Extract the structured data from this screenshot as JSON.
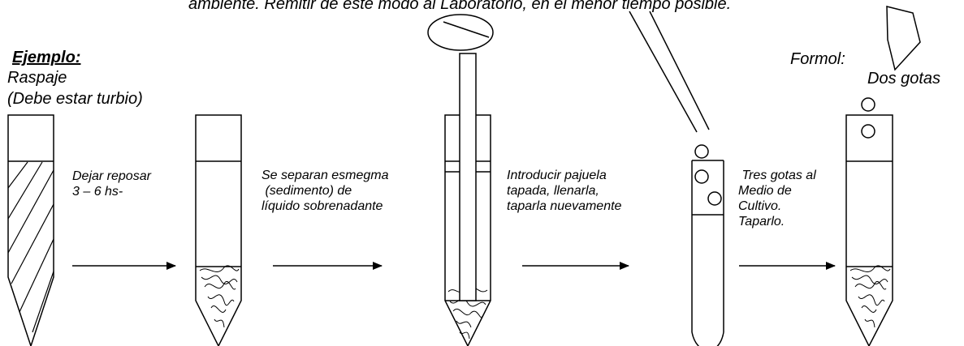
{
  "header": {
    "top_text": "ambiente. Remitir de este modo al Laboratorio, en el menor tiempo posible."
  },
  "example": {
    "label": "Ejemplo:",
    "sample": "Raspaje",
    "note": "(Debe estar turbio)"
  },
  "steps": [
    {
      "lines": [
        "Dejar reposar",
        "3 – 6 hs-"
      ]
    },
    {
      "lines": [
        "Se separan esmegma",
        " (sedimento) de",
        "líquido sobrenadante"
      ]
    },
    {
      "lines": [
        "Introducir pajuela",
        "tapada, llenarla,",
        "taparla nuevamente"
      ]
    },
    {
      "lines": [
        " Tres gotas al",
        "Medio de",
        "Cultivo.",
        "Taparlo."
      ]
    }
  ],
  "formol": {
    "label": "Formol:",
    "amount": "Dos gotas"
  },
  "colors": {
    "stroke": "#000000",
    "background": "#ffffff"
  }
}
